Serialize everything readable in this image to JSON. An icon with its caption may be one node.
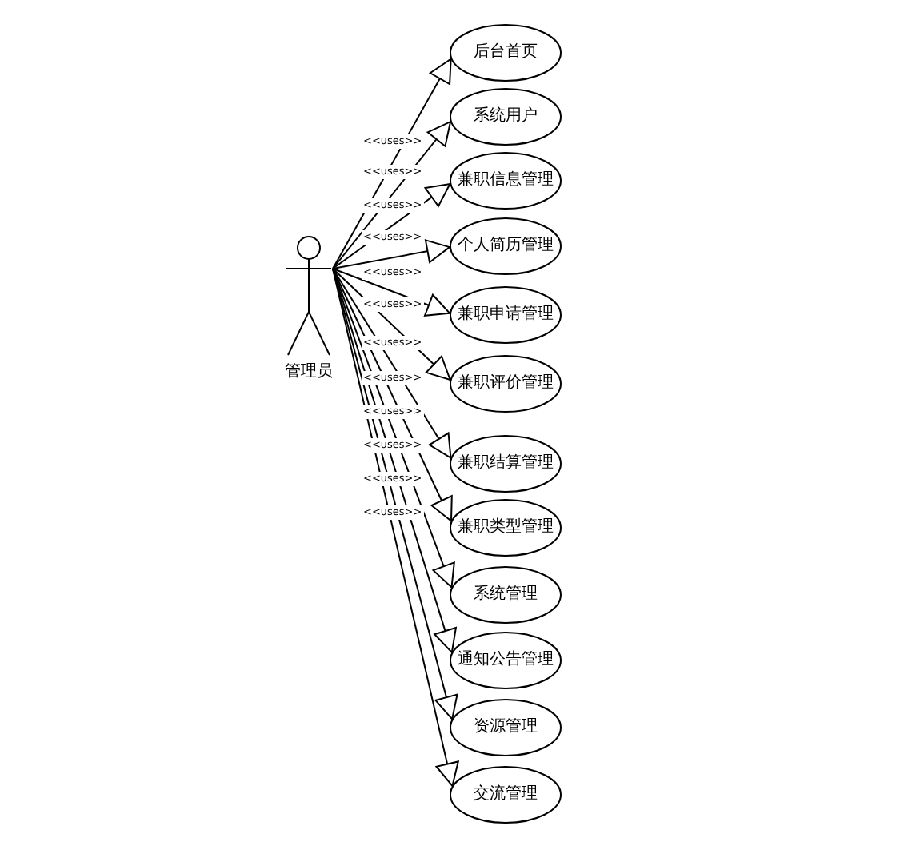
{
  "diagram": {
    "nodes": [
      {
        "text": [
          "管理员"
        ]
      },
      {
        "text": [
          "后台首页"
        ]
      },
      {
        "text": [
          "系统用户"
        ]
      },
      {
        "text": [
          "兼职信息管理"
        ]
      },
      {
        "text": [
          "个人简历管理"
        ]
      },
      {
        "text": [
          "兼职申请管理"
        ]
      },
      {
        "text": [
          "兼职评价管理"
        ]
      },
      {
        "text": [
          "兼职结算管理"
        ]
      },
      {
        "text": [
          "兼职类型管理"
        ]
      },
      {
        "text": [
          "系统管理"
        ]
      },
      {
        "text": [
          "通知公告管理"
        ]
      },
      {
        "text": [
          "资源管理"
        ]
      },
      {
        "text": [
          "交流管理"
        ]
      }
    ],
    "edges": [
      {
        "from": 0,
        "to": 1,
        "arrow": "to",
        "label": "<<uses>>"
      },
      {
        "from": 0,
        "to": 2,
        "arrow": "to",
        "label": "<<uses>>"
      },
      {
        "from": 0,
        "to": 3,
        "arrow": "to",
        "label": "<<uses>>"
      },
      {
        "from": 0,
        "to": 4,
        "arrow": "to",
        "label": "<<uses>>"
      },
      {
        "from": 0,
        "to": 5,
        "arrow": "to",
        "label": "<<uses>>"
      },
      {
        "from": 0,
        "to": 6,
        "arrow": "to",
        "label": "<<uses>>"
      },
      {
        "from": 0,
        "to": 7,
        "arrow": "to",
        "label": "<<uses>>"
      },
      {
        "from": 0,
        "to": 8,
        "arrow": "to",
        "label": "<<uses>>"
      },
      {
        "from": 0,
        "to": 9,
        "arrow": "to",
        "label": "<<uses>>"
      },
      {
        "from": 0,
        "to": 10,
        "arrow": "to",
        "label": "<<uses>>"
      },
      {
        "from": 0,
        "to": 11,
        "arrow": "to",
        "label": "<<uses>>"
      },
      {
        "from": 0,
        "to": 12,
        "arrow": "to",
        "label": "<<uses>>"
      }
    ]
  }
}
